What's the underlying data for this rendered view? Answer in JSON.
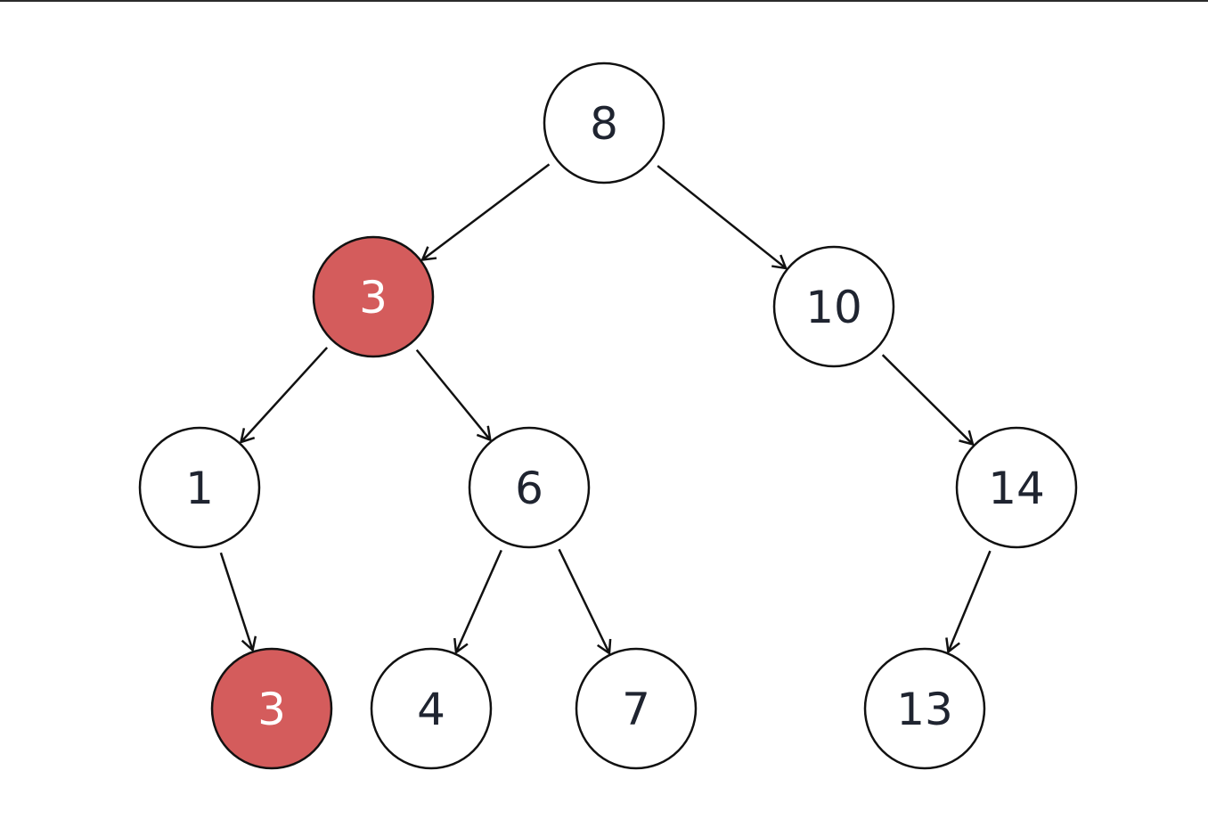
{
  "diagram": {
    "type": "binary-tree",
    "colors": {
      "node_fill": "#ffffff",
      "highlight_fill": "#d45c5c",
      "stroke": "#111111",
      "text": "#1f2430",
      "highlight_text": "#ffffff"
    },
    "nodes": [
      {
        "id": "n8",
        "label": "8",
        "highlight": false
      },
      {
        "id": "n3",
        "label": "3",
        "highlight": true
      },
      {
        "id": "n10",
        "label": "10",
        "highlight": false
      },
      {
        "id": "n1",
        "label": "1",
        "highlight": false
      },
      {
        "id": "n6",
        "label": "6",
        "highlight": false
      },
      {
        "id": "n14",
        "label": "14",
        "highlight": false
      },
      {
        "id": "n3b",
        "label": "3",
        "highlight": true
      },
      {
        "id": "n4",
        "label": "4",
        "highlight": false
      },
      {
        "id": "n7",
        "label": "7",
        "highlight": false
      },
      {
        "id": "n13",
        "label": "13",
        "highlight": false
      }
    ],
    "edges": [
      {
        "from": "n8",
        "to": "n3"
      },
      {
        "from": "n8",
        "to": "n10"
      },
      {
        "from": "n3",
        "to": "n1"
      },
      {
        "from": "n3",
        "to": "n6"
      },
      {
        "from": "n10",
        "to": "n14"
      },
      {
        "from": "n1",
        "to": "n3b"
      },
      {
        "from": "n6",
        "to": "n4"
      },
      {
        "from": "n6",
        "to": "n7"
      },
      {
        "from": "n14",
        "to": "n13"
      }
    ]
  }
}
